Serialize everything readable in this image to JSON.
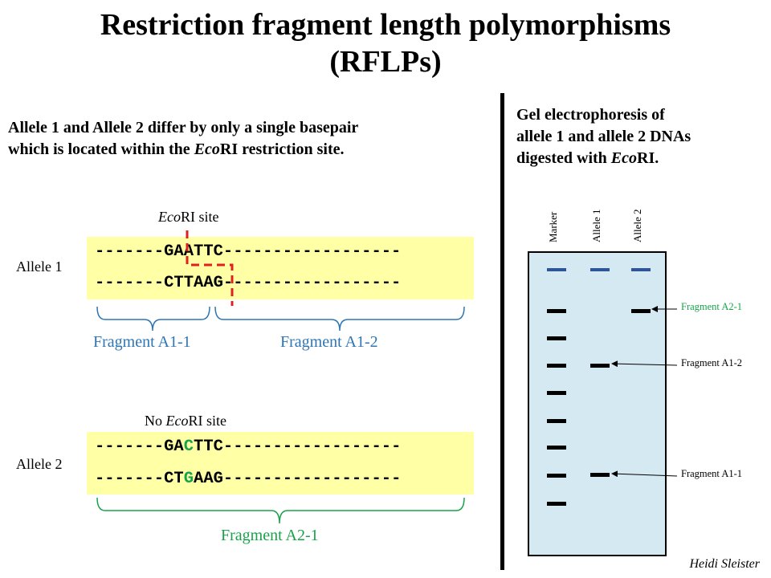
{
  "title": {
    "line1": "Restriction fragment length polymorphisms",
    "line2": "(RFLPs)"
  },
  "left_description": {
    "line1": "Allele 1 and Allele 2 differ by only a single basepair",
    "line2_pre": "which is located within the ",
    "line2_italic": "Eco",
    "line2_post": "RI restriction site."
  },
  "allele1": {
    "label": "Allele 1",
    "site_label_italic": "Eco",
    "site_label_rest": "RI site",
    "top_strand": "-------GAATTC------------------",
    "bottom_strand": "-------CTTAAG------------------",
    "fragment_left": "Fragment A1-1",
    "fragment_right": "Fragment A1-2"
  },
  "allele2": {
    "label": "Allele 2",
    "site_label_pre": "No ",
    "site_label_italic": "Eco",
    "site_label_rest": "RI site",
    "top_strand_a": "-------GA",
    "top_strand_mut": "C",
    "top_strand_b": "TTC------------------",
    "bottom_strand_a": "-------CT",
    "bottom_strand_mut": "G",
    "bottom_strand_b": "AAG------------------",
    "fragment": "Fragment A2-1"
  },
  "gel": {
    "description_line1": "Gel electrophoresis of",
    "description_line2": "allele 1 and allele 2 DNAs",
    "description_line3_pre": "digested with ",
    "description_line3_italic": "Eco",
    "description_line3_post": "RI.",
    "lanes": [
      "Marker",
      "Allele 1",
      "Allele 2"
    ],
    "annotations": {
      "a2_1": "Fragment A2-1",
      "a1_2": "Fragment A1-2",
      "a1_1": "Fragment A1-1"
    },
    "colors": {
      "gel_background": "#d4e9f2",
      "well": "#2e5597",
      "band": "#000000",
      "a2_annotation": "#18a34b"
    }
  },
  "colors": {
    "sequence_box": "#ffffa6",
    "cut_line": "#e02020",
    "bracket_blue": "#2e75b6",
    "bracket_green": "#18a34b",
    "mutation": "#18a34b"
  },
  "credit": "Heidi Sleister"
}
